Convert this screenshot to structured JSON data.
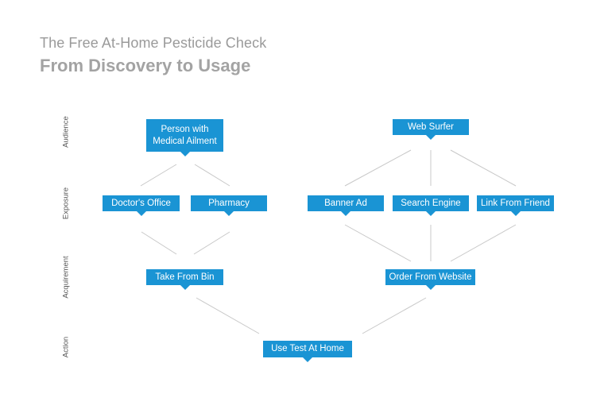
{
  "header": {
    "title": "The Free At-Home Pesticide Check",
    "subtitle": "From Discovery to Usage"
  },
  "rows": {
    "audience": "Audience",
    "exposure": "Exposure",
    "acquirement": "Acquirement",
    "action": "Action"
  },
  "nodes": {
    "person_line1": "Person with",
    "person_line2": "Medical Ailment",
    "web_surfer": "Web Surfer",
    "doctors_office": "Doctor's Office",
    "pharmacy": "Pharmacy",
    "banner_ad": "Banner Ad",
    "search_engine": "Search Engine",
    "link_from_friend": "Link From Friend",
    "take_from_bin": "Take From Bin",
    "order_from_website": "Order From Website",
    "use_test_at_home": "Use Test At Home"
  },
  "colors": {
    "node_fill": "#1a94d4",
    "connector": "#c8c8c8",
    "title": "#9a9a9a"
  }
}
